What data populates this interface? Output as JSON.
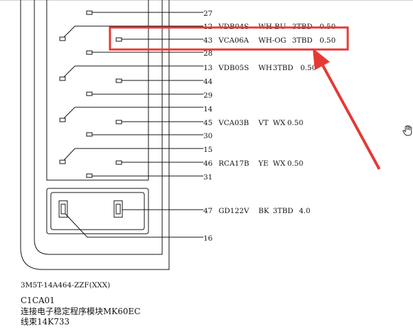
{
  "colors": {
    "line": "#111111",
    "highlight": "#e53935",
    "background": "#ffffff"
  },
  "pins": [
    {
      "id": "27",
      "label": "27",
      "code": "",
      "color": "",
      "gauge": "",
      "size": ""
    },
    {
      "id": "12",
      "label": "12",
      "code": "VDB04S",
      "color": "WH-BU",
      "gauge": "3TBD",
      "size": "0.50"
    },
    {
      "id": "43",
      "label": "43",
      "code": "VCA06A",
      "color": "WH-OG",
      "gauge": "3TBD",
      "size": "0.50"
    },
    {
      "id": "28",
      "label": "28",
      "code": "",
      "color": "",
      "gauge": "",
      "size": ""
    },
    {
      "id": "13",
      "label": "13",
      "code": "VDB05S",
      "color": "WH",
      "gauge": "3TBD",
      "size": "0.50"
    },
    {
      "id": "44",
      "label": "44",
      "code": "",
      "color": "",
      "gauge": "",
      "size": ""
    },
    {
      "id": "29",
      "label": "29",
      "code": "",
      "color": "",
      "gauge": "",
      "size": ""
    },
    {
      "id": "14",
      "label": "14",
      "code": "",
      "color": "",
      "gauge": "",
      "size": ""
    },
    {
      "id": "45",
      "label": "45",
      "code": "VCA03B",
      "color": "VT",
      "gauge": "WX",
      "size": "0.50"
    },
    {
      "id": "30",
      "label": "30",
      "code": "",
      "color": "",
      "gauge": "",
      "size": ""
    },
    {
      "id": "15",
      "label": "15",
      "code": "",
      "color": "",
      "gauge": "",
      "size": ""
    },
    {
      "id": "46",
      "label": "46",
      "code": "RCA17B",
      "color": "YE",
      "gauge": "WX",
      "size": "0.50"
    },
    {
      "id": "31",
      "label": "31",
      "code": "",
      "color": "",
      "gauge": "",
      "size": ""
    },
    {
      "id": "47",
      "label": "47",
      "code": "GD122V",
      "color": "BK",
      "gauge": "3TBD",
      "size": "4.0"
    },
    {
      "id": "16",
      "label": "16",
      "code": "",
      "color": "",
      "gauge": "",
      "size": ""
    }
  ],
  "footer": {
    "part_number": "3M5T-14A464-ZZF(XXX)",
    "line1": "C1CA01",
    "line2": "连接电子稳定程序模块MK60EC",
    "line3": "线束14K733"
  }
}
